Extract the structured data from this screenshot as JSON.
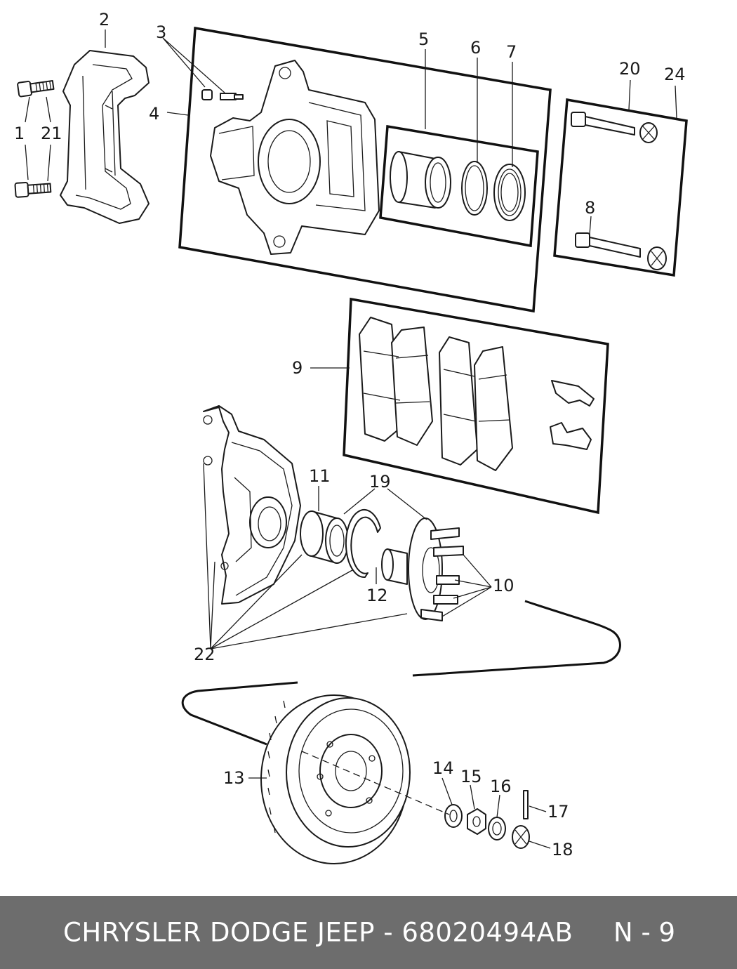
{
  "callouts": {
    "c1": "1",
    "c2": "2",
    "c3": "3",
    "c4": "4",
    "c5": "5",
    "c6": "6",
    "c7": "7",
    "c8": "8",
    "c9": "9",
    "c10": "10",
    "c11": "11",
    "c12": "12",
    "c13": "13",
    "c14": "14",
    "c15": "15",
    "c16": "16",
    "c17": "17",
    "c18": "18",
    "c19": "19",
    "c20": "20",
    "c21": "21",
    "c22": "22",
    "c24": "24"
  },
  "footer": {
    "title": "CHRYSLER DODGE JEEP - 68020494AB",
    "page": "N - 9"
  }
}
